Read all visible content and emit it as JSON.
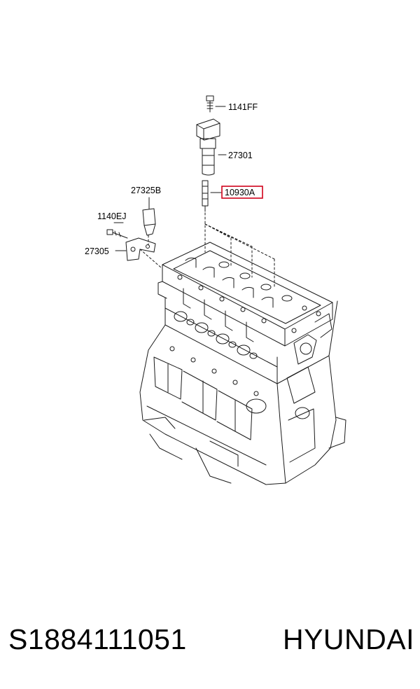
{
  "diagram": {
    "parts": [
      {
        "id": "bolt-coil",
        "label": "1141FF",
        "highlighted": false
      },
      {
        "id": "ignition-coil",
        "label": "27301",
        "highlighted": false
      },
      {
        "id": "spark-plug",
        "label": "10930A",
        "highlighted": true
      },
      {
        "id": "sensor",
        "label": "27325B",
        "highlighted": false
      },
      {
        "id": "bolt-bracket",
        "label": "1140EJ",
        "highlighted": false
      },
      {
        "id": "bracket",
        "label": "27305",
        "highlighted": false
      }
    ],
    "highlight_color": "#d0021b"
  },
  "caption": {
    "part_number": "S1884111051",
    "brand": "HYUNDAI"
  }
}
